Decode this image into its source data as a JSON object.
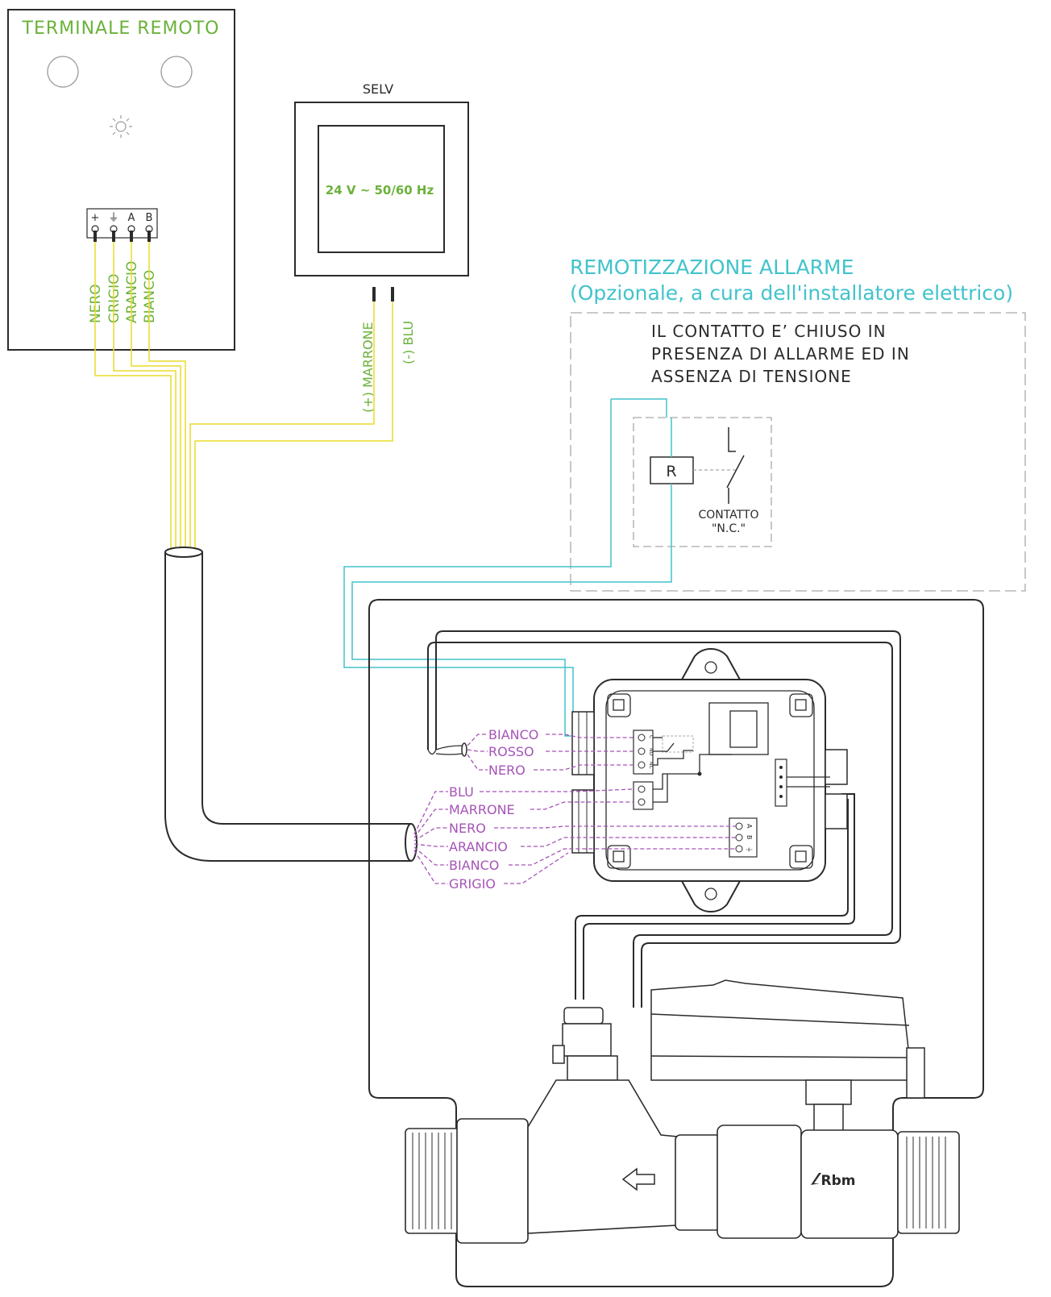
{
  "colors": {
    "wire_yellow": "#e8dc2a",
    "wire_cyan": "#42c3cc",
    "label_green": "#6bb23a",
    "label_purple": "#a653b8",
    "title_cyan": "#42c3cc",
    "outline": "#2b2b2b"
  },
  "remote_terminal": {
    "title": "TERMINALE  REMOTO",
    "terminals": [
      "+",
      "⏚",
      "A",
      "B"
    ],
    "wires": [
      "NERO",
      "GRIGIO",
      "ARANCIO",
      "BIANCO"
    ]
  },
  "power_supply": {
    "title": "SELV",
    "rating": "24 V ~  50/60 Hz",
    "wire_plus": "(+) MARRONE",
    "wire_minus": "(-) BLU"
  },
  "alarm_remote": {
    "title": "REMOTIZZAZIONE ALLARME",
    "subtitle": "(Opzionale, a cura dell'installatore elettrico)",
    "note_line1": "IL  CONTATTO  E’  CHIUSO  IN",
    "note_line2": "PRESENZA  DI  ALLARME  ED  IN",
    "note_line3": "ASSENZA  DI  TENSIONE",
    "relay_label": "R",
    "contact_label1": "CONTATTO",
    "contact_label2": "\"N.C.\""
  },
  "control_box": {
    "relay_wires": [
      "BIANCO",
      "ROSSO",
      "NERO"
    ],
    "cable_wires": [
      "BLU",
      "MARRONE",
      "NERO",
      "ARANCIO",
      "BIANCO",
      "GRIGIO"
    ],
    "relay_terminal_marks": [
      "C",
      "NO",
      "NC"
    ],
    "bus_terminal_marks": [
      "A",
      "B",
      "⏚"
    ]
  },
  "valve": {
    "brand": "Rbm",
    "flow_arrow": "arrow-left-icon"
  }
}
